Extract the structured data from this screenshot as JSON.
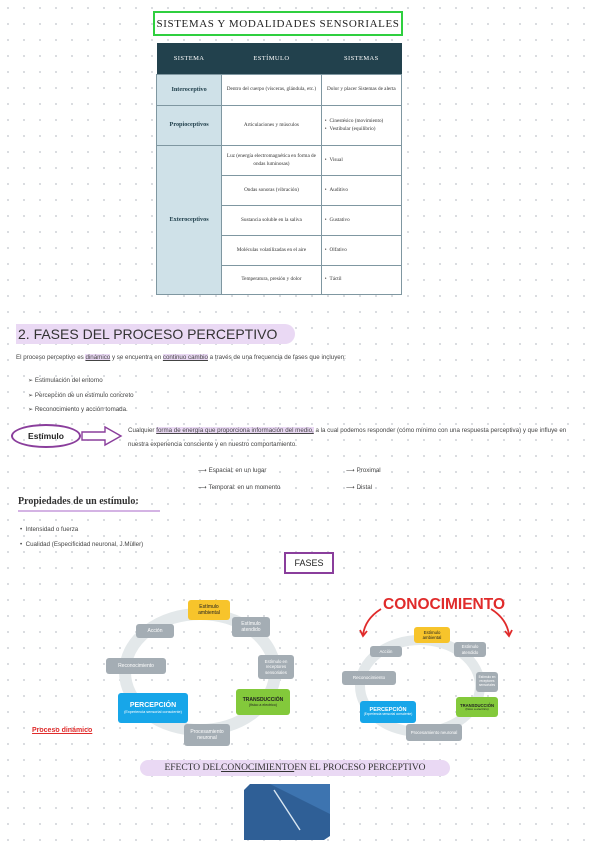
{
  "title": "SISTEMAS Y MODALIDADES SENSORIALES",
  "table": {
    "headers": [
      "SISTEMA",
      "ESTÍMULO",
      "SISTEMAS"
    ],
    "interoceptivo": {
      "cat": "Interoceptivo",
      "stim": "Dentro del cuerpo (vísceras, glándula, etc.)",
      "sys": "Dolor y placer Sistemas de alerta"
    },
    "propioceptivo": {
      "cat": "Propioceptivos",
      "stim": "Articulaciones y músculos",
      "sys1": "Cinestésico (movimiento)",
      "sys2": "Vestibular (equilibrio)"
    },
    "exteroceptivo": {
      "cat": "Exteroceptivos",
      "rows": [
        {
          "stim": "Luz (energía electromagnética en forma de ondas luminosas)",
          "sys": "Visual"
        },
        {
          "stim": "Ondas sonoras (vibración)",
          "sys": "Auditivo"
        },
        {
          "stim": "Sustancia soluble en la saliva",
          "sys": "Gustativo"
        },
        {
          "stim": "Moléculas volatilizadas en el aire",
          "sys": "Olfativo"
        },
        {
          "stim": "Temperatura, presión y dolor",
          "sys": "Táctil"
        }
      ]
    }
  },
  "section2": {
    "heading": "2. FASES DEL PROCESO PERCEPTIVO",
    "intro_a": "El proceso perceptivo es ",
    "intro_b": "dinámico",
    "intro_c": " y se encuentra en ",
    "intro_d": "continuo cambio",
    "intro_e": " a través de una frecuencia de fases que incluyen:",
    "list": [
      "Estimulación del entorno",
      "Percepción de un estímulo concreto",
      "Reconocimiento y acción tomada."
    ],
    "estimulo_label": "Estímulo",
    "def_a": "Cualquier ",
    "def_b": "forma de energía que proporciona información del medio,",
    "def_c": " a la cual podemos responder (cómo mínimo con una respuesta perceptiva) y que influye en nuestra experiencia consciente y en nuestro comportamiento.",
    "arrows": [
      "Espacial: en un lugar",
      "Temporal: en un momento",
      "Proximal",
      "Distal"
    ]
  },
  "props": {
    "heading": "Propiedades de un estímulo:",
    "items": [
      "Intensidad o fuerza",
      "Cualidad (Especificidad neuronal, J.Müller)"
    ]
  },
  "fases_label": "FASES",
  "cycle1": {
    "estimulo_ambiental": "Estímulo ambiental",
    "estimulo_atendido": "Estímulo atendido",
    "receptores": "Estímulo en receptores sensoriales",
    "transduccion": "TRANSDUCCIÓN",
    "transduccion_sub": "(fisico a electrico)",
    "procesamiento": "Procesamiento neuronal",
    "percepcion": "PERCEPCIÓN",
    "percepcion_sub": "(Experiencia sensorial consciente)",
    "reconocimiento": "Reconocimiento",
    "accion": "Acción"
  },
  "dynamic_label": "Proceso dinámico",
  "conocimiento_label": "CONOCIMIENTO",
  "efecto": {
    "a": "EFECTO DEL ",
    "b": "CONOCIMIENTO",
    "c": " EN EL PROCESO PERCEPTIVO"
  },
  "colors": {
    "accent_green": "#2fcf3f",
    "table_header": "#22414d",
    "highlight": "#ead9f4",
    "red": "#e02b2b",
    "purple": "#8a3e9c"
  }
}
